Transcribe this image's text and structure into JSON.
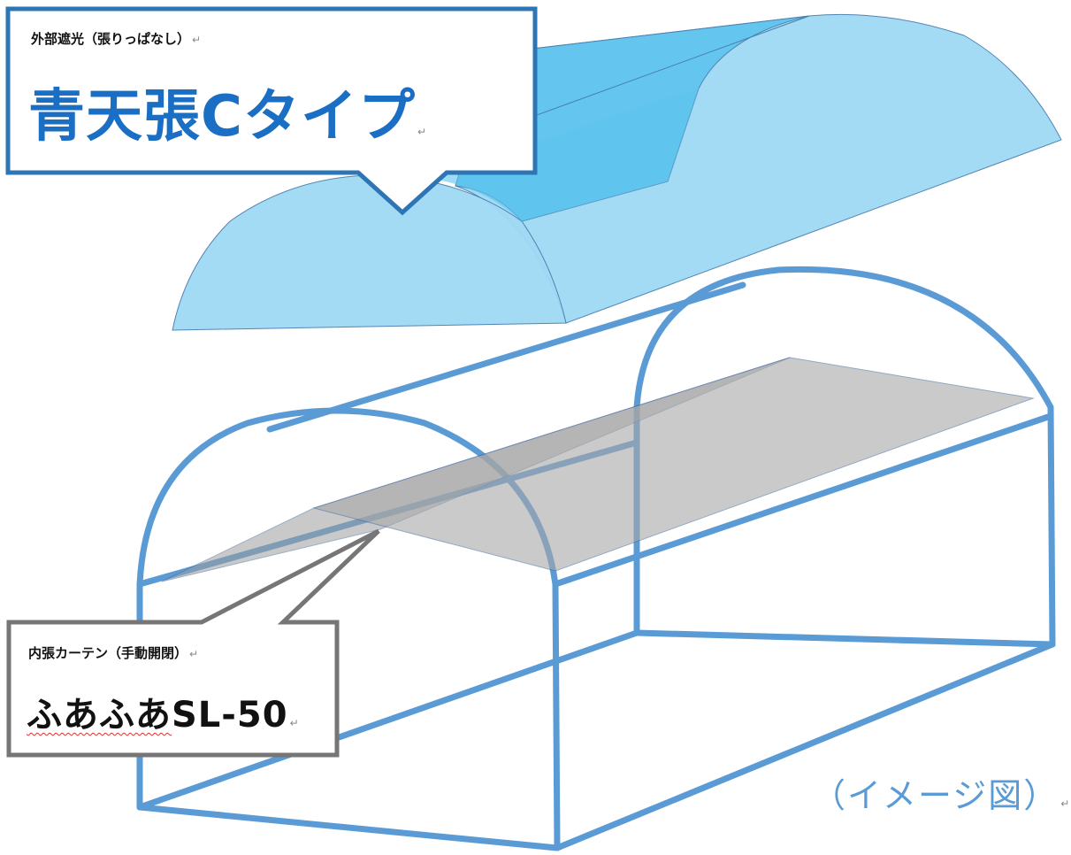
{
  "callout_outer": {
    "subtitle": "外部遮光（張りっぱなし）",
    "product": "青天張Cタイプ"
  },
  "callout_inner": {
    "subtitle": "内張カーテン（手動開閉）",
    "product_part1": "ふあふあ",
    "product_part2": "SL-50"
  },
  "caption": "（イメージ図）",
  "return_mark": "↵",
  "colors": {
    "frame": "#5b9bd5",
    "outer_sheet": "#9fd9f4",
    "outer_sheet_dark": "#5ec4ee",
    "inner_curtain": "#bdbdbd",
    "callout_outer_border": "#2e75b6",
    "callout_inner_border": "#767676",
    "product_blue": "#1a6ec4"
  }
}
